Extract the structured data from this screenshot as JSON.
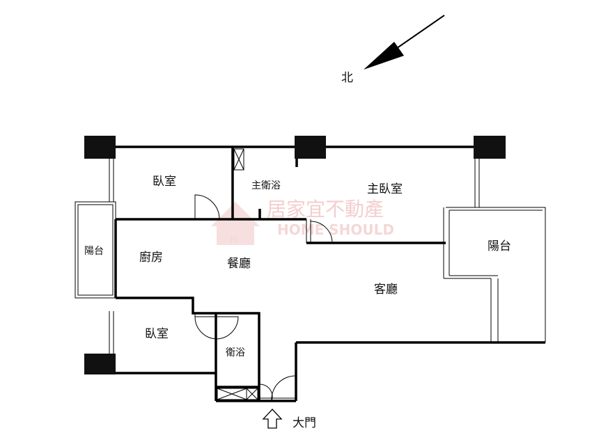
{
  "compass": {
    "north_label": "北"
  },
  "rooms": {
    "bedroom_1": "臥室",
    "master_bath": "主衛浴",
    "master_bedroom": "主臥室",
    "balcony_left": "陽台",
    "kitchen": "廚房",
    "dining": "餐廳",
    "living": "客廳",
    "balcony_right": "陽台",
    "bedroom_2": "臥室",
    "bath": "衛浴"
  },
  "entrance": {
    "label": "大門"
  },
  "watermark": {
    "name_zh": "居家宜不動產",
    "name_en": "HOME SHOULD",
    "letter": "H"
  },
  "colors": {
    "wall": "#000000",
    "column": "#111111",
    "watermark": "#f3c9c9"
  }
}
